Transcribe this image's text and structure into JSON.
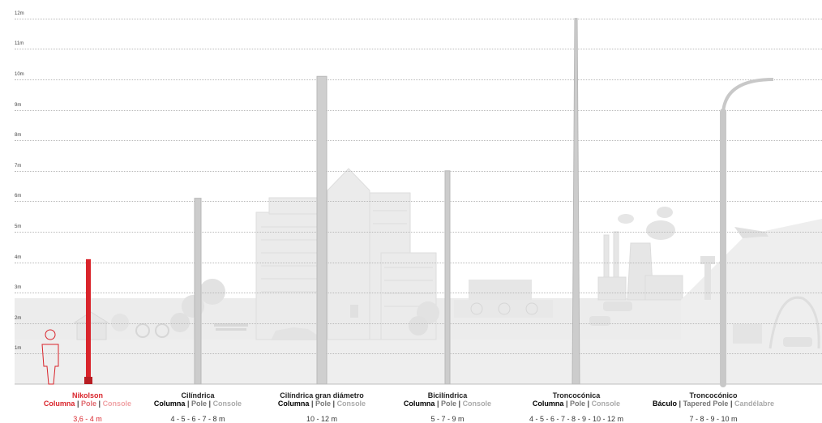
{
  "axis": {
    "ticks": [
      "1m",
      "2m",
      "3m",
      "4m",
      "5m",
      "6m",
      "7m",
      "8m",
      "9m",
      "10m",
      "11m",
      "12m"
    ]
  },
  "colors": {
    "accent": "#d9242b",
    "pole": "#cccccc",
    "scenery": "#e8e8e8",
    "text": "#222222"
  },
  "products": [
    {
      "name": "Nikolson",
      "type_primary": "Columna",
      "type_secondary": "Pole",
      "type_tertiary": "Console",
      "heights": "3,6 - 4 m",
      "highlight": true
    },
    {
      "name": "Cilíndrica",
      "type_primary": "Columna",
      "type_secondary": "Pole",
      "type_tertiary": "Console",
      "heights": "4 - 5 - 6 - 7 - 8 m",
      "highlight": false
    },
    {
      "name": "Cilíndrica gran diámetro",
      "type_primary": "Columna",
      "type_secondary": "Pole",
      "type_tertiary": "Console",
      "heights": "10 - 12 m",
      "highlight": false
    },
    {
      "name": "Bicilíndrica",
      "type_primary": "Columna",
      "type_secondary": "Pole",
      "type_tertiary": "Console",
      "heights": "5 - 7 - 9 m",
      "highlight": false
    },
    {
      "name": "Troncocónica",
      "type_primary": "Columna",
      "type_secondary": "Pole",
      "type_tertiary": "Console",
      "heights": "4 - 5 - 6 - 7 - 8 - 9 - 10 - 12 m",
      "highlight": false
    },
    {
      "name": "Troncocónico",
      "type_primary": "Báculo",
      "type_secondary": "Tapered Pole",
      "type_tertiary": "Candélabre",
      "heights": "7 - 8 - 9 - 10 m",
      "highlight": false
    }
  ],
  "pole_heights_m": [
    4.1,
    6.1,
    10.1,
    7.0,
    12.0,
    10.0
  ]
}
